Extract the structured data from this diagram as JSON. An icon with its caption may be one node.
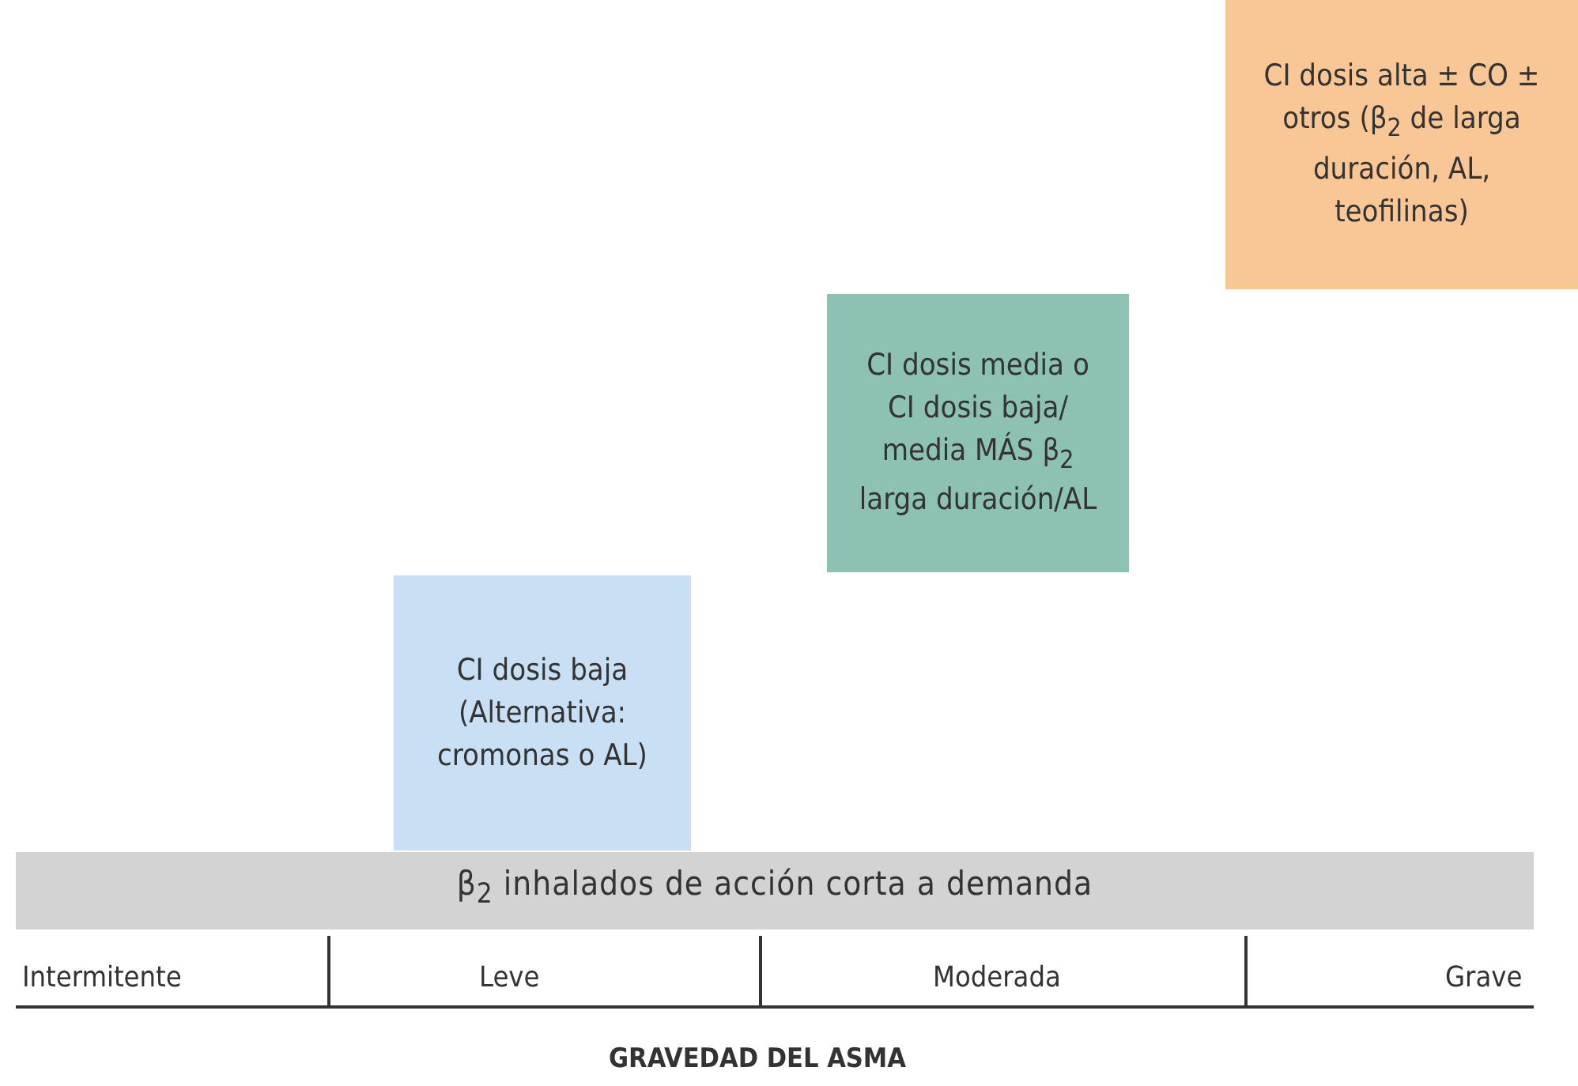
{
  "diagram": {
    "nodes": [
      {
        "text": [
          "CI dosis baja (Alternativa: cromonas o AL)"
        ]
      },
      {
        "text": [
          "CI dosis media o CI dosis baja/ media MÁS β$_{2}$ larga duración/AL"
        ]
      },
      {
        "text": [
          "CI dosis alta ± CO ± otros (β$_{2}$ de larga duración, AL, teofilinas)"
        ]
      },
      {
        "text": [
          "β$_{2}$ inhalados de acción corta a demanda"
        ]
      }
    ],
    "edges": [],
    "labels": [
      "Intermitente",
      "Leve",
      "Moderada",
      "Grave",
      "GRAVEDAD DEL ASMA"
    ]
  }
}
